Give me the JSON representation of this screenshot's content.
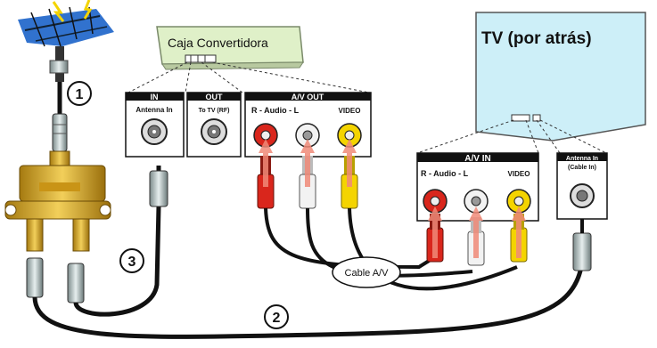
{
  "converter_box": {
    "title": "Caja Convertidora"
  },
  "tv": {
    "title": "TV (por atrás)"
  },
  "panels": {
    "in": {
      "header": "IN",
      "sub": "Antenna In"
    },
    "out": {
      "header": "OUT",
      "sub": "To TV (RF)"
    },
    "av_out": {
      "header": "A/V OUT",
      "audio": "R - Audio - L",
      "video": "VIDEO"
    },
    "av_in": {
      "header": "A/V IN",
      "audio": "R - Audio - L",
      "video": "VIDEO"
    },
    "antenna_in": {
      "line1": "Antenna In",
      "line2": "(Cable In)"
    }
  },
  "callouts": {
    "one": "1",
    "two": "2",
    "three": "3"
  },
  "cable_label": "Cable A/V",
  "colors": {
    "tv": "#cdeff8",
    "box": "#dff0c8",
    "red": "#d9261c",
    "white": "#f2f2f2",
    "yellow": "#f4d400",
    "gold": "#d7a622"
  }
}
